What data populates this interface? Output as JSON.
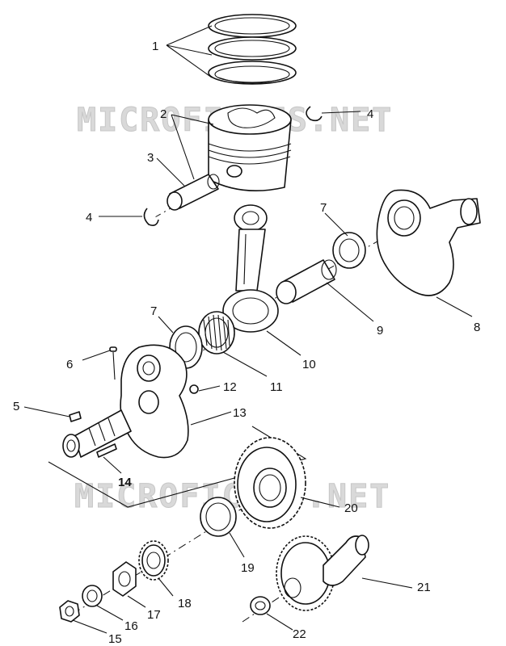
{
  "watermark": {
    "text": "MICROFICHES.NET"
  },
  "callouts": {
    "c1": "1",
    "c2": "2",
    "c3": "3",
    "c4a": "4",
    "c4b": "4",
    "c5": "5",
    "c6": "6",
    "c7a": "7",
    "c7b": "7",
    "c8": "8",
    "c9": "9",
    "c10": "10",
    "c11": "11",
    "c12": "12",
    "c13": "13",
    "c14": "14",
    "c15": "15",
    "c16": "16",
    "c17": "17",
    "c18": "18",
    "c19": "19",
    "c20": "20",
    "c21": "21",
    "c22": "22"
  }
}
